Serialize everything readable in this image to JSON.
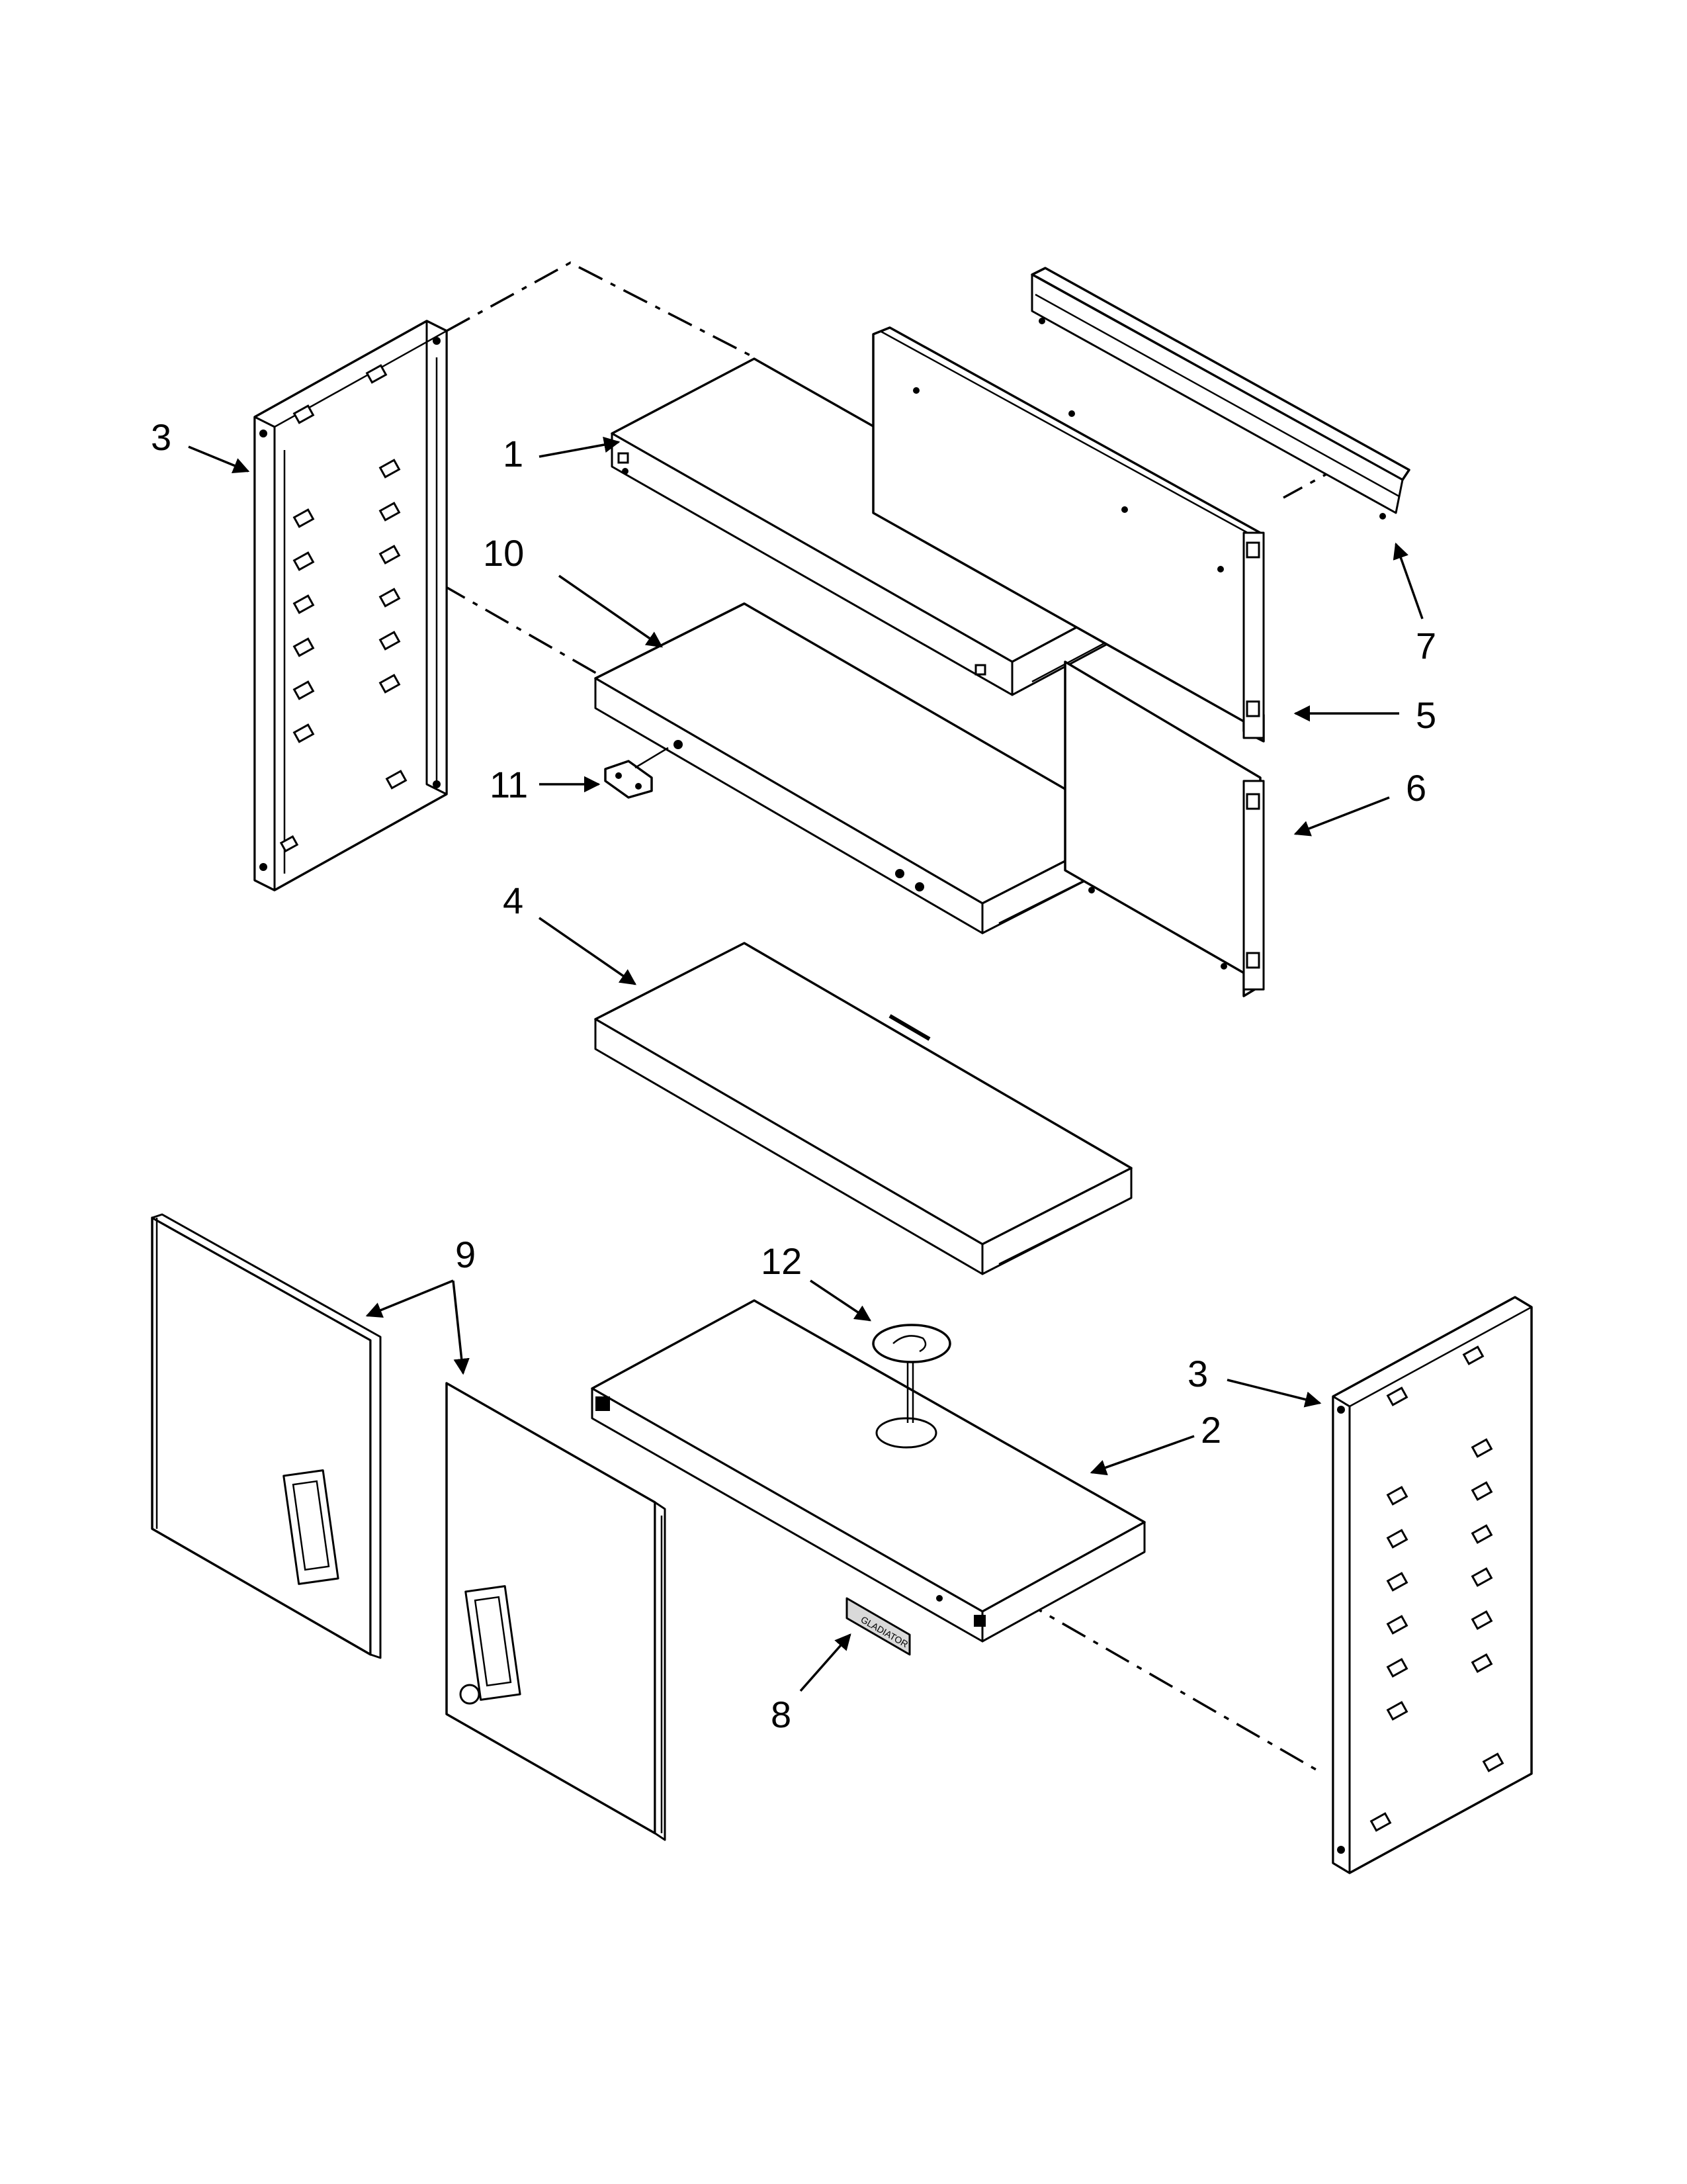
{
  "diagram": {
    "callouts": [
      {
        "id": "c3a",
        "label": "3"
      },
      {
        "id": "c1",
        "label": "1"
      },
      {
        "id": "c10",
        "label": "10"
      },
      {
        "id": "c11",
        "label": "11"
      },
      {
        "id": "c4",
        "label": "4"
      },
      {
        "id": "c7",
        "label": "7"
      },
      {
        "id": "c5",
        "label": "5"
      },
      {
        "id": "c6",
        "label": "6"
      },
      {
        "id": "c9",
        "label": "9"
      },
      {
        "id": "c12",
        "label": "12"
      },
      {
        "id": "c3b",
        "label": "3"
      },
      {
        "id": "c2",
        "label": "2"
      },
      {
        "id": "c8",
        "label": "8"
      }
    ],
    "badge_text": "GLADIATOR",
    "colors": {
      "line": "#000000",
      "background": "#ffffff"
    }
  }
}
